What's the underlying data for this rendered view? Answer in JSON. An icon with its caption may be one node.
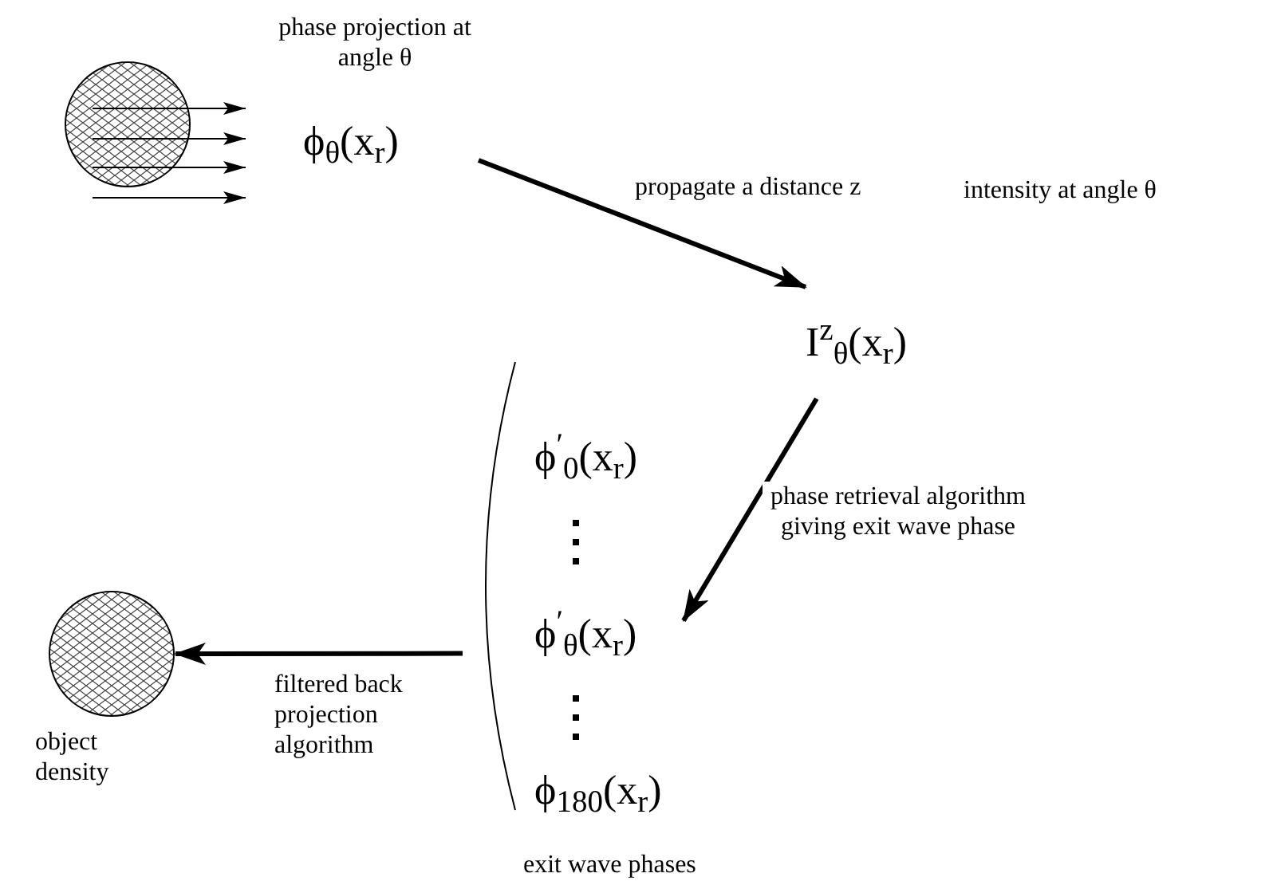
{
  "diagram": {
    "nodes": [
      {
        "text": [],
        "shape": "circle"
      },
      {
        "text": [
          "ϕ$_{θ}$(x$_{r}$)"
        ],
        "beside": [
          "phase projection at angle θ"
        ]
      },
      {
        "text": [
          "I$^{z}$$_{θ}$(x$_{r}$)"
        ]
      },
      {
        "text": [
          "exit wave phases"
        ]
      },
      {
        "text": [
          "ϕ$^{′}$$_{0}$(x$_{r}$)"
        ],
        "in": 3
      },
      {
        "text": [
          "ϕ$^{′}$$_{θ}$(x$_{r}$)"
        ],
        "in": 3
      },
      {
        "text": [
          "ϕ$_{180}$(x$_{r}$)"
        ],
        "in": 3
      },
      {
        "text": [],
        "shape": "circle",
        "beside": [
          "object density"
        ]
      }
    ],
    "edges": [
      {
        "from": 1,
        "to": 2,
        "arrow": "to",
        "label": "propagate a distance z"
      },
      {
        "from": 2,
        "to": 5,
        "arrow": "to",
        "label": "phase retrieval algorithm giving exit wave phase"
      },
      {
        "from": 3,
        "to": 7,
        "arrow": "to",
        "label": "filtered back projection algorithm"
      }
    ],
    "labels": [
      "intensity at angle θ"
    ]
  }
}
